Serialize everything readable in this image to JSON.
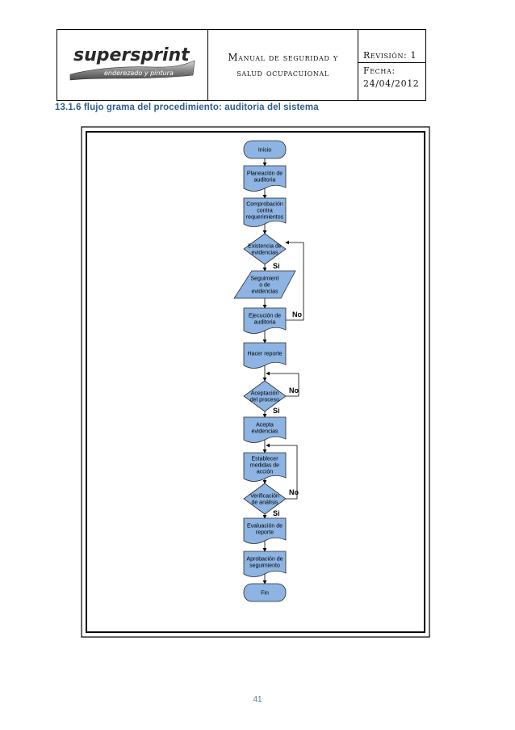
{
  "header": {
    "logo": {
      "brand": "supersprint",
      "tagline": "enderezado y pintura"
    },
    "manual_title_line1": "Manual de seguridad y",
    "manual_title_line2": "salud ocupacuional",
    "revision": "Revisión: 1",
    "date_label": "Fecha:",
    "date_value": "24/04/2012"
  },
  "section_heading": "13.1.6 flujo grama del procedimiento: auditoria del sistema",
  "flowchart": {
    "nodes": [
      {
        "id": "inicio",
        "shape": "terminator",
        "lines": [
          "Inicio"
        ]
      },
      {
        "id": "planeacion",
        "shape": "document",
        "lines": [
          "Planeación de",
          "auditoria"
        ]
      },
      {
        "id": "comprobacion",
        "shape": "document",
        "lines": [
          "Comprobación",
          "contra",
          "requerimientos"
        ]
      },
      {
        "id": "existencia",
        "shape": "decision",
        "lines": [
          "Existencia de",
          "evidencias"
        ]
      },
      {
        "id": "seguimiento",
        "shape": "data",
        "lines": [
          "Seguimient",
          "o de",
          "evidencias"
        ]
      },
      {
        "id": "ejecucion",
        "shape": "document",
        "lines": [
          "Ejecución de",
          "auditoria"
        ]
      },
      {
        "id": "reporte",
        "shape": "document",
        "lines": [
          "Hacer reporte"
        ]
      },
      {
        "id": "aceptacion",
        "shape": "decision",
        "lines": [
          "Aceptación",
          "del proceso"
        ]
      },
      {
        "id": "acepta",
        "shape": "document",
        "lines": [
          "Acepta",
          "evidencias"
        ]
      },
      {
        "id": "establecer",
        "shape": "document",
        "lines": [
          "Establecer",
          "medidas de",
          "acción"
        ]
      },
      {
        "id": "verificacion",
        "shape": "decision",
        "lines": [
          "Verificación",
          "de análisis"
        ]
      },
      {
        "id": "evaluacion",
        "shape": "document",
        "lines": [
          "Evaluación de",
          "reporte"
        ]
      },
      {
        "id": "aprobacion",
        "shape": "document",
        "lines": [
          "Aprobación de",
          "seguimiento"
        ]
      },
      {
        "id": "fin",
        "shape": "terminator",
        "lines": [
          "Fin"
        ]
      }
    ],
    "branch_labels": {
      "si_1": "Si",
      "no_1": "No",
      "si_2": "Si",
      "no_2": "No",
      "si_3": "Si",
      "no_3": "No"
    },
    "colors": {
      "fill": "#8db4e2",
      "stroke": "#2b2b2b",
      "line": "#000000"
    }
  },
  "page_number": "41"
}
